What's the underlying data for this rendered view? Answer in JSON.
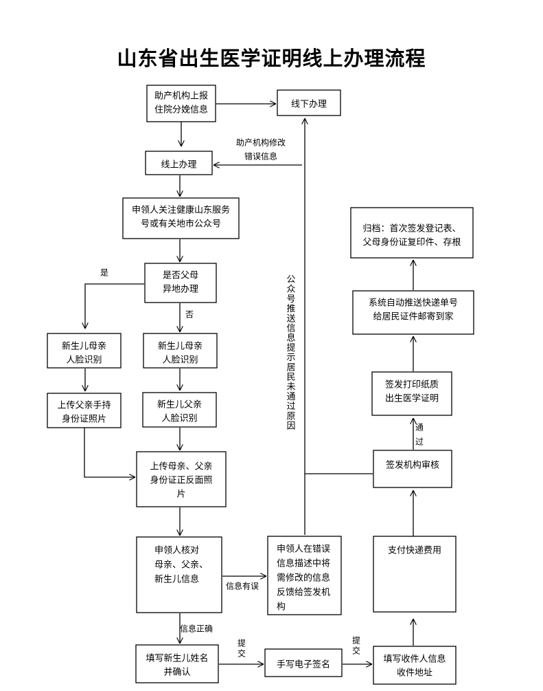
{
  "title": "山东省出生医学证明线上办理流程",
  "nodes": {
    "hospital_report": [
      "助产机构上报",
      "住院分娩信息"
    ],
    "offline": [
      "线下办理"
    ],
    "online": [
      "线上办理"
    ],
    "follow_account": [
      "申领人关注健康山东服务",
      "号或有关地市公众号"
    ],
    "parents_diff_place": [
      "是否父母",
      "异地办理"
    ],
    "face_left": [
      "新生儿母亲",
      "人脸识别"
    ],
    "upload_father_id": [
      "上传父亲手持",
      "身份证照片"
    ],
    "face_mother": [
      "新生儿母亲",
      "人脸识别"
    ],
    "face_father": [
      "新生儿父亲",
      "人脸识别"
    ],
    "upload_ids": [
      "上传母亲、父亲",
      "身份证正反面照",
      "片"
    ],
    "check_info": [
      "申领人核对",
      "母亲、父亲、",
      "新生儿信息"
    ],
    "feedback_error": [
      "申领人在错误",
      "信息描述中将",
      "需修改的信息",
      "反馈给签发机",
      "构"
    ],
    "fill_name": [
      "填写新生儿姓名",
      "并确认"
    ],
    "e_sign": [
      "手写电子签名"
    ],
    "fill_recipient": [
      "填写收件人信息",
      "收件地址"
    ],
    "pay_fee": [
      "支付快递费用"
    ],
    "issuer_review": [
      "签发机构审核"
    ],
    "print_cert": [
      "签发打印纸质",
      "出生医学证明"
    ],
    "auto_push": [
      "系统自动推送快递单号",
      "给居民证件邮寄到家"
    ],
    "archive": [
      "归档：首次签发登记表、",
      "父母身份证复印件、存根"
    ]
  },
  "edge_labels": {
    "hospital_fix": [
      "助产机构修改",
      "错误信息"
    ],
    "yes": "是",
    "no": "否",
    "push_reason": "公众号推送信息提示居民未通过原因",
    "info_error": "信息有误",
    "info_correct": "信息正确",
    "submit_1": [
      "提",
      "交"
    ],
    "submit_2": [
      "提",
      "交"
    ],
    "passed": [
      "通",
      "过"
    ]
  }
}
